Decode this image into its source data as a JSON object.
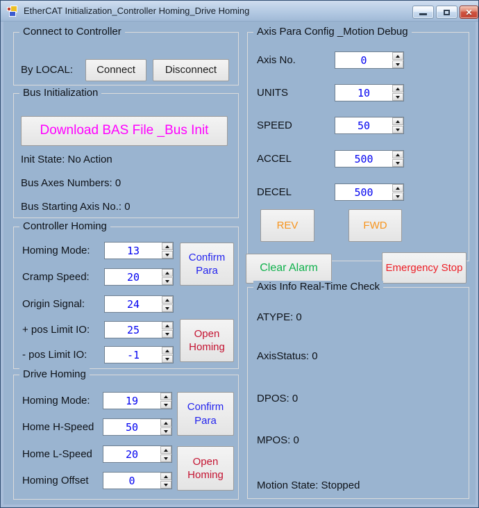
{
  "window": {
    "title": "EtherCAT Initialization_Controller Homing_Drive Homing",
    "close_glyph": "✕"
  },
  "connect_group": {
    "title": "Connect to Controller",
    "by_local_label": "By LOCAL:",
    "connect_label": "Connect",
    "disconnect_label": "Disconnect"
  },
  "bus_group": {
    "title": "Bus Initialization",
    "download_label": "Download BAS File _Bus Init",
    "init_state": "Init State: No Action",
    "axes_numbers": "Bus Axes Numbers: 0",
    "starting_axis": "Bus Starting Axis No.: 0"
  },
  "controller_homing": {
    "title": "Controller Homing",
    "rows": [
      {
        "label": "Homing Mode:",
        "value": "13"
      },
      {
        "label": "Cramp Speed:",
        "value": "20"
      },
      {
        "label": "Origin Signal:",
        "value": "24"
      },
      {
        "label": "+ pos Limit IO:",
        "value": "25"
      },
      {
        "label": "- pos Limit IO:",
        "value": "-1"
      }
    ],
    "confirm_label": "Confirm Para",
    "open_label": "Open Homing"
  },
  "drive_homing": {
    "title": "Drive Homing",
    "rows": [
      {
        "label": "Homing Mode:",
        "value": "19"
      },
      {
        "label": "Home H-Speed",
        "value": "50"
      },
      {
        "label": "Home L-Speed",
        "value": "20"
      },
      {
        "label": "Homing Offset",
        "value": "0"
      }
    ],
    "confirm_label": "Confirm Para",
    "open_label": "Open Homing"
  },
  "axis_para": {
    "title": "Axis Para Config _Motion Debug",
    "rows": [
      {
        "label": "Axis No.",
        "value": "0"
      },
      {
        "label": "UNITS",
        "value": "10"
      },
      {
        "label": "SPEED",
        "value": "50"
      },
      {
        "label": "ACCEL",
        "value": "500"
      },
      {
        "label": "DECEL",
        "value": "500"
      }
    ],
    "rev_label": "REV",
    "fwd_label": "FWD"
  },
  "debug_buttons": {
    "clear_alarm_label": "Clear Alarm",
    "emergency_stop_label": "Emergency Stop"
  },
  "axis_info": {
    "title": "Axis Info Real-Time Check",
    "atype": "ATYPE: 0",
    "axis_status": "AxisStatus: 0",
    "dpos": "DPOS: 0",
    "mpos": "MPOS: 0",
    "motion_state": "Motion State: Stopped"
  },
  "colors": {
    "background": "#9ab4d0",
    "value_blue": "#0000f0",
    "magenta": "#ff00ff",
    "confirm_blue": "#2222ee",
    "open_red": "#c41230",
    "emergency_red": "#ed1c24",
    "orange": "#f7941d",
    "green": "#0eb14b"
  }
}
